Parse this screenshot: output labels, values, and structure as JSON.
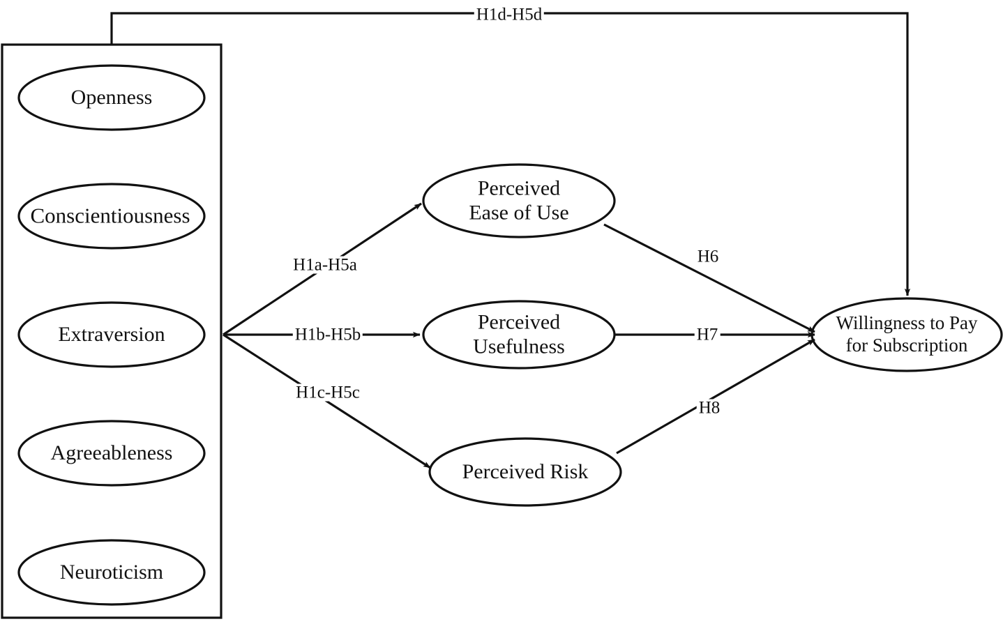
{
  "diagram": {
    "title": "Research model: Big Five personality traits, TAM mediators, and willingness to pay",
    "type": "path-model",
    "background_color": "#ffffff",
    "line_color": "#111111",
    "text_color": "#111111",
    "traits_group": {
      "name": "big-five-traits-group",
      "border": true,
      "nodes": [
        {
          "id": "openness",
          "label": "Openness",
          "shape": "ellipse"
        },
        {
          "id": "conscientiousness",
          "label": "Conscientiousness",
          "shape": "ellipse"
        },
        {
          "id": "extraversion",
          "label": "Extraversion",
          "shape": "ellipse"
        },
        {
          "id": "agreeableness",
          "label": "Agreeableness",
          "shape": "ellipse"
        },
        {
          "id": "neuroticism",
          "label": "Neuroticism",
          "shape": "ellipse"
        }
      ]
    },
    "mediators": [
      {
        "id": "perceived-ease-of-use",
        "label_line1": "Perceived",
        "label_line2": "Ease of Use",
        "shape": "ellipse"
      },
      {
        "id": "perceived-usefulness",
        "label_line1": "Perceived",
        "label_line2": "Usefulness",
        "shape": "ellipse"
      },
      {
        "id": "perceived-risk",
        "label_line1": "Perceived Risk",
        "label_line2": "",
        "shape": "ellipse"
      }
    ],
    "outcome": {
      "id": "willingness-to-pay",
      "label_line1": "Willingness to Pay",
      "label_line2": "for Subscription",
      "shape": "ellipse"
    },
    "edges": [
      {
        "id": "traits-to-ease-of-use",
        "label": "H1a-H5a",
        "from": "big-five-traits-group",
        "to": "perceived-ease-of-use",
        "arrow": true
      },
      {
        "id": "traits-to-usefulness",
        "label": "H1b-H5b",
        "from": "big-five-traits-group",
        "to": "perceived-usefulness",
        "arrow": true
      },
      {
        "id": "traits-to-risk",
        "label": "H1c-H5c",
        "from": "big-five-traits-group",
        "to": "perceived-risk",
        "arrow": true
      },
      {
        "id": "traits-to-willingness",
        "label": "H1d-H5d",
        "from": "big-five-traits-group",
        "to": "willingness-to-pay",
        "arrow": true
      },
      {
        "id": "ease-of-use-to-willingness",
        "label": "H6",
        "from": "perceived-ease-of-use",
        "to": "willingness-to-pay",
        "arrow": true
      },
      {
        "id": "usefulness-to-willingness",
        "label": "H7",
        "from": "perceived-usefulness",
        "to": "willingness-to-pay",
        "arrow": true
      },
      {
        "id": "risk-to-willingness",
        "label": "H8",
        "from": "perceived-risk",
        "to": "willingness-to-pay",
        "arrow": true
      }
    ]
  },
  "chart_data": {
    "type": "diagram",
    "title": "",
    "nodes": [
      "Openness",
      "Conscientiousness",
      "Extraversion",
      "Agreeableness",
      "Neuroticism",
      "Perceived Ease of Use",
      "Perceived Usefulness",
      "Perceived Risk",
      "Willingness to Pay for Subscription"
    ],
    "edge_labels": [
      "H1a-H5a",
      "H1b-H5b",
      "H1c-H5c",
      "H1d-H5d",
      "H6",
      "H7",
      "H8"
    ]
  }
}
